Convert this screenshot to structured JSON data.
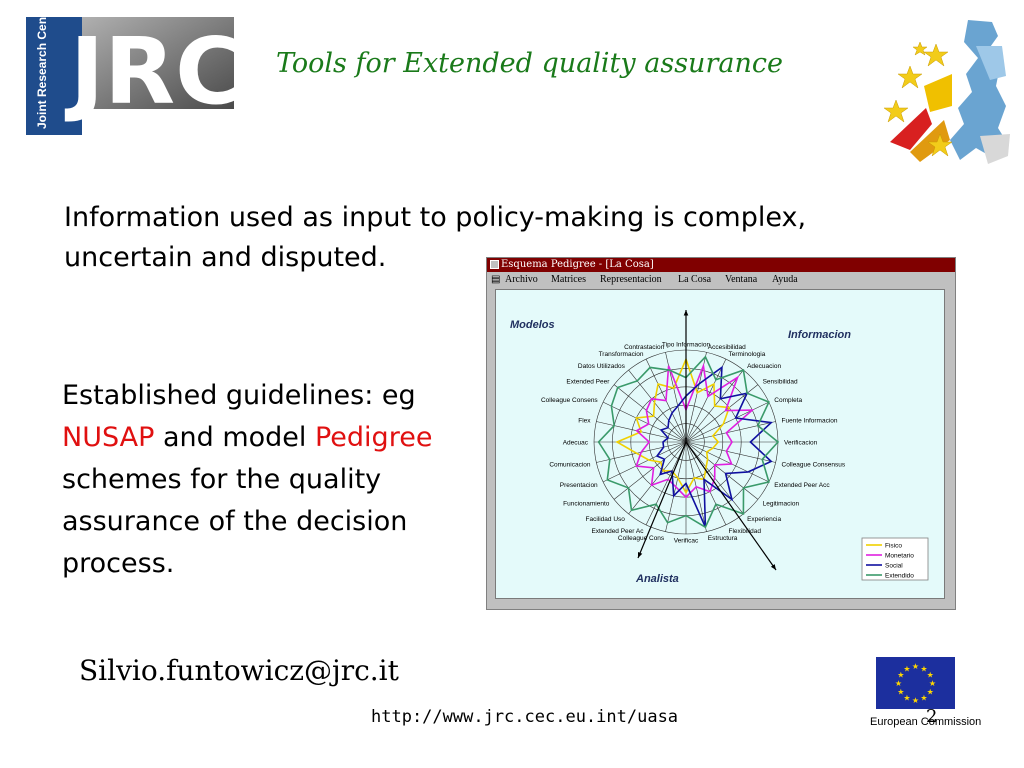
{
  "header": {
    "title": "Tools for Extended quality assurance",
    "jrc_logo_text": "JRC",
    "jrc_logo_sub": "Joint Research Centre"
  },
  "intro_text": "Information used as input to policy-making is complex, uncertain and disputed.",
  "guidelines": {
    "part1": "Established guidelines: eg ",
    "nusap": "NUSAP",
    "part2": " and model ",
    "pedigree": "Pedigree",
    "part3": " schemes for the quality assurance of the decision process."
  },
  "window": {
    "title": "Esquema Pedigree - [La Cosa]",
    "menu": [
      "Archivo",
      "Matrices",
      "Representacion",
      "La Cosa",
      "Ventana",
      "Ayuda"
    ],
    "quadrant_labels": {
      "top_left": "Modelos",
      "top_right": "Informacion",
      "bottom": "Analista"
    },
    "radar_labels": [
      "Tipo Informacion",
      "Accesibilidad",
      "Terminologia",
      "Adecuacion",
      "Sensibilidad",
      "Completa",
      "Fuente Informacion",
      "Verificacion",
      "Colleague Consensus",
      "Extended Peer Acc",
      "Legitimacion",
      "Experiencia",
      "Flexibilidad",
      "Estructura",
      "Verificac",
      "Colleague Cons",
      "Extended Peer Ac",
      "Facilidad Uso",
      "Funcionamiento",
      "Presentacion",
      "Comunicacion",
      "Adecuac",
      "Flex",
      "Colleague Consens",
      "Extended Peer",
      "Datos Utilizados",
      "Transformacion",
      "Contrastacion"
    ],
    "legend": [
      {
        "name": "Fisico",
        "color": "#f0d000"
      },
      {
        "name": "Monetario",
        "color": "#e020e0"
      },
      {
        "name": "Social",
        "color": "#1010a0"
      },
      {
        "name": "Extendido",
        "color": "#3a9a6a"
      }
    ]
  },
  "footer": {
    "email": "Silvio.funtowicz@jrc.it",
    "url": "http://www.jrc.cec.eu.int/uasa",
    "page_number": "2",
    "ec_label": "European Commission"
  }
}
